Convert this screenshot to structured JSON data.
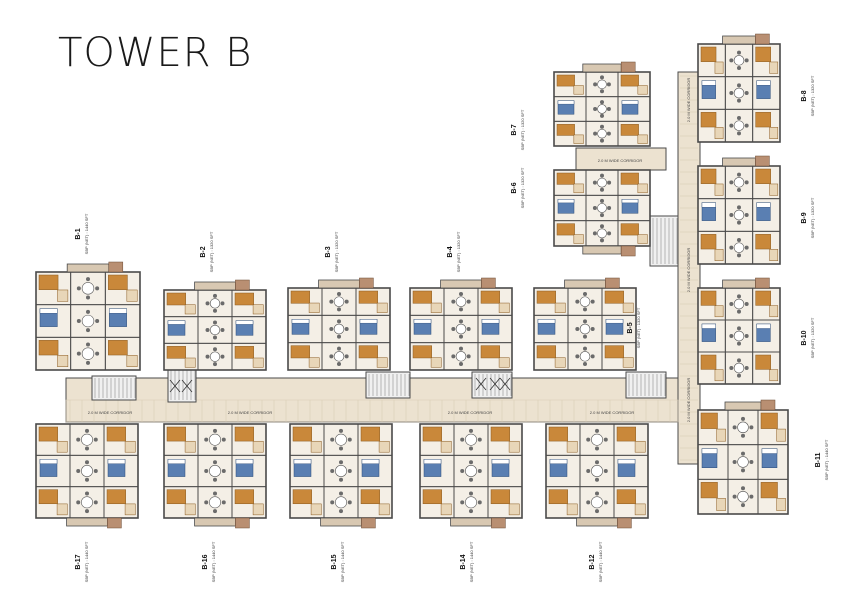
{
  "title": "TOWER B",
  "colors": {
    "corridor": "#ece2d0",
    "wall": "#4a4a4a",
    "floor": "#f4efe6",
    "bedroom_blue": "#5a7fb2",
    "wood": "#c9883a",
    "balcony": "#d8c8b2",
    "utility": "#b98f72"
  },
  "units": [
    {
      "id": "B-1",
      "area": "SBP (NET) : 1440 SFT"
    },
    {
      "id": "B-2",
      "area": "SBP (NET) : 1320 SFT"
    },
    {
      "id": "B-3",
      "area": "SBP (NET) : 1320 SFT"
    },
    {
      "id": "B-4",
      "area": "SBP (NET) : 1320 SFT"
    },
    {
      "id": "B-5",
      "area": "SBP (NET) : 1320 SFT"
    },
    {
      "id": "B-6",
      "area": "SBP (NET) : 1320 SFT"
    },
    {
      "id": "B-7",
      "area": "SBP (NET) : 1320 SFT"
    },
    {
      "id": "B-8",
      "area": "SBP (NET) : 1320 SFT"
    },
    {
      "id": "B-9",
      "area": "SBP (NET) : 1320 SFT"
    },
    {
      "id": "B-10",
      "area": "SBP (NET) : 1320 SFT"
    },
    {
      "id": "B-11",
      "area": "SBP (NET) : 1440 SFT"
    },
    {
      "id": "B-12",
      "area": "SBP (NET) : 1440 SFT"
    },
    {
      "id": "B-14",
      "area": "SBP (NET) : 1440 SFT"
    },
    {
      "id": "B-15",
      "area": "SBP (NET) : 1440 SFT"
    },
    {
      "id": "B-16",
      "area": "SBP (NET) : 1440 SFT"
    },
    {
      "id": "B-17",
      "area": "SBP (NET) : 1440 SFT"
    }
  ],
  "corridor_label": "2.0 M WIDE CORRIDOR"
}
